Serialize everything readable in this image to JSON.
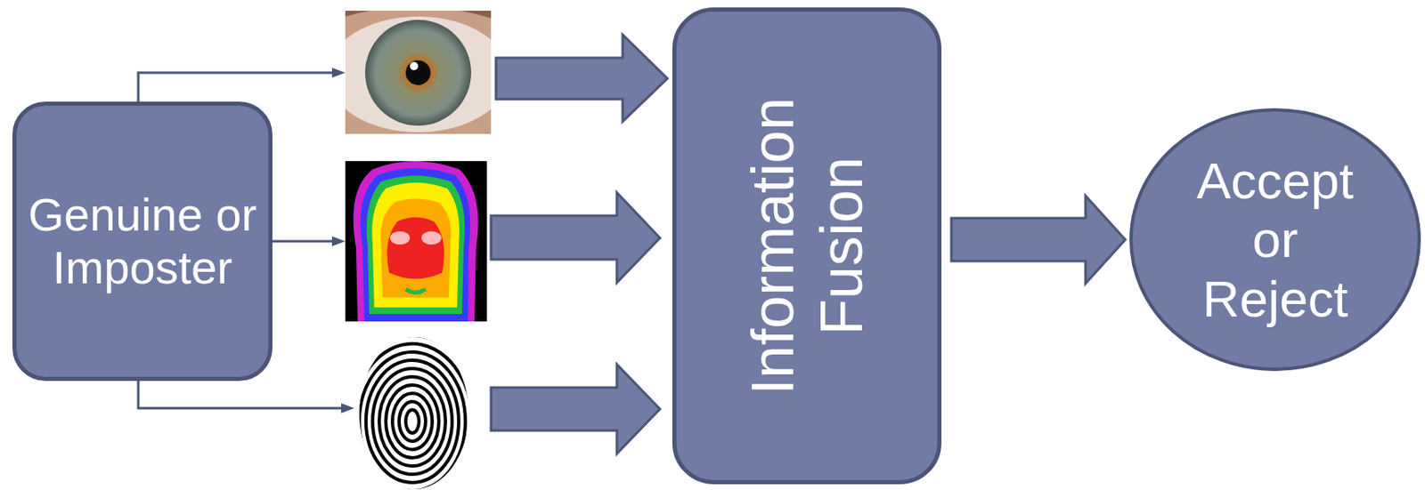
{
  "diagram": {
    "nodes": [
      {
        "text": [
          "Genuine or Imposter"
        ]
      },
      {
        "text": [
          "Information Fusion"
        ]
      },
      {
        "text": [
          "Accept or Reject"
        ]
      }
    ],
    "edges": [
      {
        "from": 1,
        "to": 2,
        "arrow": "to"
      }
    ]
  }
}
